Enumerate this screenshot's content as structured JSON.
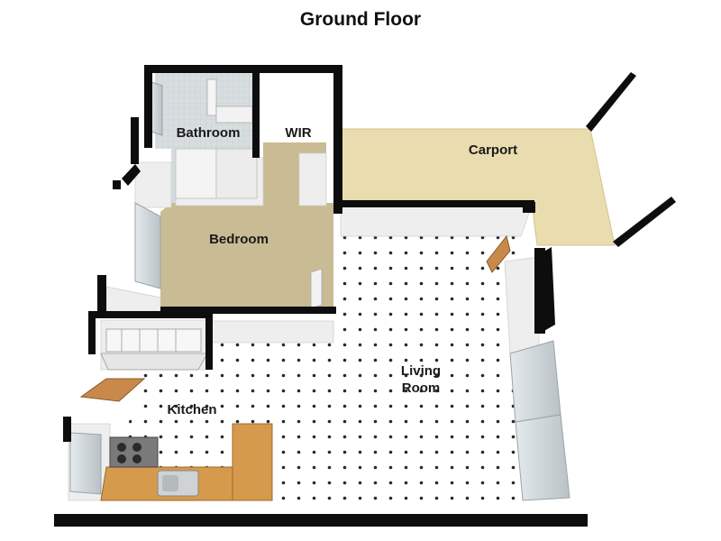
{
  "title": "Ground Floor",
  "rooms": {
    "bathroom": "Bathroom",
    "wir": "WIR",
    "carport": "Carport",
    "bedroom": "Bedroom",
    "living_line1": "Living",
    "living_line2": "Room",
    "kitchen": "Kitchen"
  },
  "colors": {
    "wall": "#0d0d0d",
    "wall_side": "#eeeeee",
    "carpet": "#c9bb93",
    "carport": "#e9dcae",
    "floor_tile": "#ffffff",
    "floor_dot": "#2a2a2a",
    "bath_tile": "#d8dde0",
    "bench": "#d69a4c",
    "glass": "#cfd6d9",
    "door": "#c8894a"
  }
}
